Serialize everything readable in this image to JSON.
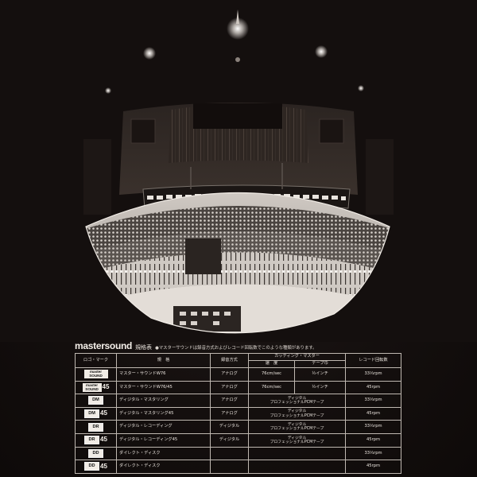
{
  "brand": {
    "logo_text": "mastersound",
    "title": "規格表",
    "note": "●マスターサウンドは録音方式およびレコード回転数でこのような種類があります。"
  },
  "table": {
    "headers": {
      "logo": "ロゴ・マーク",
      "spec": "規　格",
      "method": "録音方式",
      "cutting": "カッティング・マスター",
      "cutting_sub1": "速　度",
      "cutting_sub2": "テープ巾",
      "speed": "レコード回転数"
    },
    "rows": [
      {
        "logo_a": "master",
        "logo_b": "SOUND",
        "spec": "マスター・サウンドW76",
        "method": "アナログ",
        "cut_speed": "76cm/sec",
        "tape": "½インチ",
        "rpm": "33⅓rpm"
      },
      {
        "logo_a": "master",
        "logo_b": "SOUND",
        "logo_num": "45",
        "spec": "マスター・サウンドW76/45",
        "method": "アナログ",
        "cut_speed": "76cm/sec",
        "tape": "½インチ",
        "rpm": "45rpm"
      },
      {
        "logo_a": "DM",
        "spec": "ディジタル・マスタリング",
        "method": "アナログ",
        "cut_line1": "ディジタル",
        "cut_line2": "プロフェッショナルPCMテープ",
        "rpm": "33⅓rpm"
      },
      {
        "logo_a": "DM",
        "logo_num": "45",
        "spec": "ディジタル・マスタリング45",
        "method": "アナログ",
        "cut_line1": "ディジタル",
        "cut_line2": "プロフェッショナルPCMテープ",
        "rpm": "45rpm"
      },
      {
        "logo_a": "DR",
        "spec": "ディジタル・レコーディング",
        "method": "ディジタル",
        "cut_line1": "ディジタル",
        "cut_line2": "プロフェッショナルPCMテープ",
        "rpm": "33⅓rpm"
      },
      {
        "logo_a": "DR",
        "logo_num": "45",
        "spec": "ディジタル・レコーディング45",
        "method": "ディジタル",
        "cut_line1": "ディジタル",
        "cut_line2": "プロフェッショナルPCMテープ",
        "rpm": "45rpm"
      },
      {
        "logo_a": "DD",
        "spec": "ダイレクト・ディスク",
        "method": "",
        "rpm": "33⅓rpm"
      },
      {
        "logo_a": "DD",
        "logo_num": "45",
        "spec": "ダイレクト・ディスク",
        "method": "",
        "rpm": "45rpm"
      }
    ]
  }
}
